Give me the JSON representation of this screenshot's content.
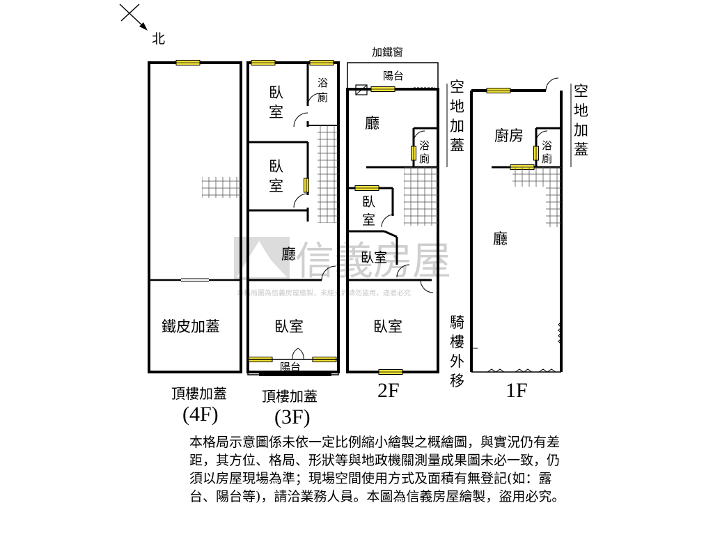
{
  "compass": {
    "label": "北"
  },
  "floors": {
    "f4": {
      "caption": "頂樓加蓋",
      "label": "(4F)",
      "rooms": {
        "iron_roof": "鐵皮加蓋"
      }
    },
    "f3": {
      "caption": "頂樓加蓋",
      "label": "(3F)",
      "rooms": {
        "bath_1": "浴",
        "bath_2": "廁",
        "bed_top_1": "臥",
        "bed_top_2": "室",
        "bed_mid_1": "臥",
        "bed_mid_2": "室",
        "hall": "廳",
        "bed_bottom": "臥室",
        "balcony": "陽台"
      }
    },
    "f2": {
      "label": "2F",
      "rooms": {
        "window": "加鐵窗",
        "balcony": "陽台",
        "hall": "廳",
        "bath_1": "浴",
        "bath_2": "廁",
        "bed_small_1": "臥",
        "bed_small_2": "室",
        "bed_mid": "臥室",
        "bed_bottom": "臥室"
      },
      "side": {
        "empty_1": "空",
        "empty_2": "地",
        "empty_3": "加",
        "empty_4": "蓋",
        "arcade_1": "騎",
        "arcade_2": "樓",
        "arcade_3": "外",
        "arcade_4": "移"
      }
    },
    "f1": {
      "label": "1F",
      "rooms": {
        "kitchen": "廚房",
        "bath_1": "浴",
        "bath_2": "廁",
        "hall": "廳"
      },
      "side": {
        "empty_1": "空",
        "empty_2": "地",
        "empty_3": "加",
        "empty_4": "蓋"
      }
    }
  },
  "watermark": {
    "brand": "信義房屋",
    "notice": "本格局圖為信義房屋繪製，未經允許請勿盜用，違者必究"
  },
  "disclaimer": "本格局示意圖係未依一定比例縮小繪製之概繪圖，與實況仍有差距，其方位、格局、形狀等與地政機關測量成果圖未必一致，仍須以房屋現場為準；現場空間使用方式及面積有無登記(如：露台、陽台等)，請洽業務人員。本圖為信義房屋繪製，盜用必究。",
  "colors": {
    "wall": "#000000",
    "window": "#f2e23a",
    "watermark": "#cfcfcf"
  }
}
